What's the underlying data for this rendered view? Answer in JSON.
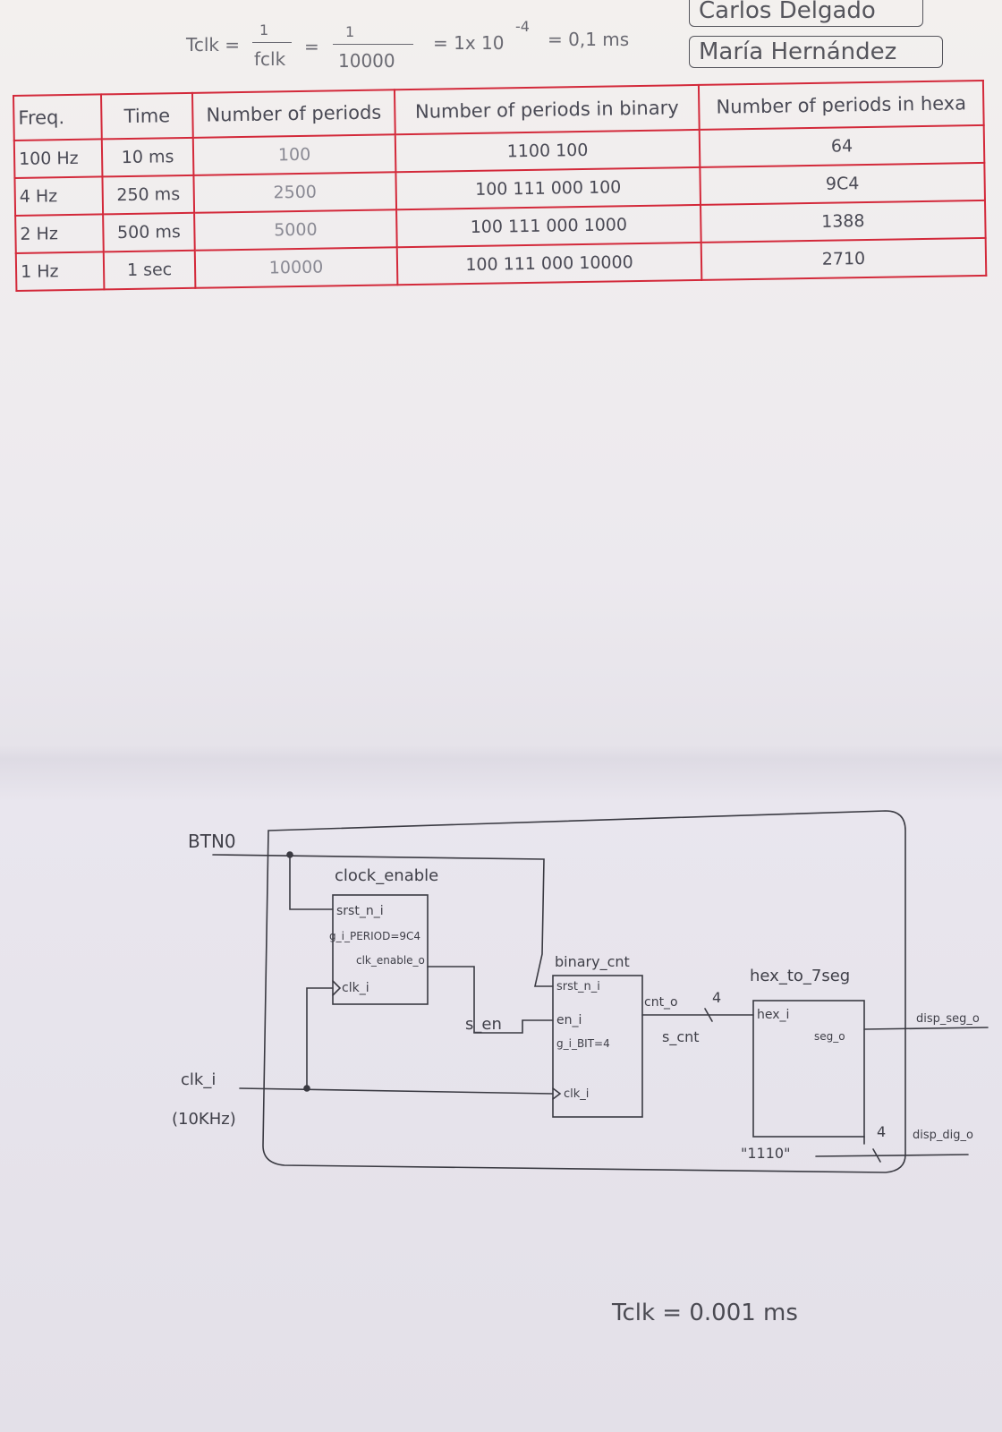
{
  "header": {
    "formula_lhs": "Tclk =",
    "formula_frac1_num": "1",
    "formula_frac1_den": "fclk",
    "formula_eq": "=",
    "formula_frac2_num": "1",
    "formula_frac2_den": "10000",
    "formula_result": "= 1x 10",
    "formula_exp": "-4",
    "formula_ms": "= 0,1 ms"
  },
  "authors": [
    "Carlos Delgado",
    "María Hernández"
  ],
  "table": {
    "columns": [
      "Freq.",
      "Time",
      "Number of periods",
      "Number of periods in binary",
      "Number of periods in hexa"
    ],
    "rows": [
      [
        "100 Hz",
        "10 ms",
        "100",
        "1100 100",
        "64"
      ],
      [
        "4 Hz",
        "250 ms",
        "2500",
        "100 111 000 100",
        "9C4"
      ],
      [
        "2 Hz",
        "500 ms",
        "5000",
        "100 111 000 1000",
        "1388"
      ],
      [
        "1 Hz",
        "1 sec",
        "10000",
        "100 111 000 10000",
        "2710"
      ]
    ]
  },
  "diagram": {
    "btn_label": "BTN0",
    "clk_label": "clk_i",
    "clk_freq": "(10KHz)",
    "clock_enable": {
      "title": "clock_enable",
      "port_srst": "srst_n_i",
      "port_period": "g_i_PERIOD=9C4",
      "port_enable": "clk_enable_o",
      "port_clk": "clk_i"
    },
    "binary_cnt": {
      "title": "binary_cnt",
      "port_srst": "srst_n_i",
      "port_en": "en_i",
      "port_bit": "g_i_BIT=4",
      "port_clk": "clk_i",
      "port_out": "cnt_o"
    },
    "hex_to_7seg": {
      "title": "hex_to_7seg",
      "port_in": "hex_i",
      "port_out": "seg_o"
    },
    "signal_en": "s_en",
    "signal_cnt": "s_cnt",
    "bus_width_cnt": "4",
    "bus_width_dig": "4",
    "const_dig": "\"1110\"",
    "out_seg": "disp_seg_o",
    "out_dig": "disp_dig_o"
  },
  "footer_note": "Tclk = 0.001 ms"
}
